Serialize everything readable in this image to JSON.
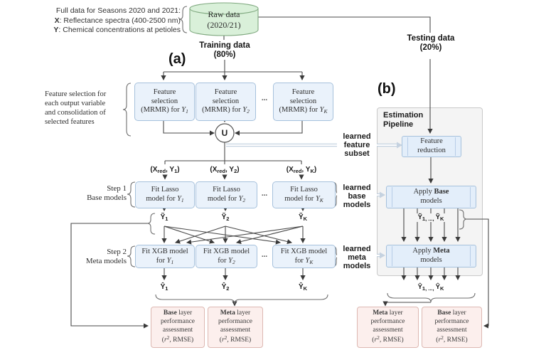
{
  "colors": {
    "box_fill": "#eaf2fb",
    "box_border": "#a6c1dc",
    "cylinder_fill": "#d9f0d9",
    "cylinder_border": "#7fa87f",
    "assessment_fill": "#fcefed",
    "assessment_border": "#ddb8b2",
    "pipeline_fill": "#f4f4f4",
    "pipeline_border": "#c9c9c9",
    "connector": "#4a4a4a",
    "pipe": "#c5d2e0"
  },
  "misc": {
    "ellipsis": "..."
  },
  "top": {
    "note": {
      "line1": "Full data for Seasons 2020 and 2021:",
      "x_bold": "X",
      "x_rest": ": Reflectance spectra (400-2500 nm)",
      "y_bold": "Y",
      "y_rest": ": Chemical concentrations at petioles"
    },
    "raw_data": {
      "line1": "Raw data",
      "line2": "(2020/21)"
    },
    "training": {
      "line1": "Training data",
      "line2": "(80%)"
    },
    "testing": {
      "line1": "Testing data",
      "line2": "(20%)"
    },
    "label_a": "(a)",
    "label_b": "(b)"
  },
  "feature_selection": {
    "note": [
      "Feature selection for",
      "each output variable",
      "and consolidation of",
      "selected features"
    ],
    "boxes": [
      {
        "line1": "Feature",
        "line2": "selection",
        "line3": "(MRMR) for ",
        "var": "Y",
        "sub": "1"
      },
      {
        "line1": "Feature",
        "line2": "selection",
        "line3": "(MRMR) for ",
        "var": "Y",
        "sub": "2"
      },
      {
        "line1": "Feature",
        "line2": "selection",
        "line3": "(MRMR) for ",
        "var": "Y",
        "sub": "K"
      }
    ],
    "union": "U"
  },
  "inputs": [
    {
      "pre": "(X",
      "presub": "red",
      "mid": ", Y",
      "sub": "1",
      "post": ")"
    },
    {
      "pre": "(X",
      "presub": "red",
      "mid": ", Y",
      "sub": "2",
      "post": ")"
    },
    {
      "pre": "(X",
      "presub": "red",
      "mid": ", Y",
      "sub": "K",
      "post": ")"
    }
  ],
  "step1": {
    "label1": "Step 1",
    "label2": "Base models",
    "boxes": [
      {
        "line1": "Fit Lasso",
        "line2": "model for ",
        "var": "Y",
        "sub": "1"
      },
      {
        "line1": "Fit Lasso",
        "line2": "model for ",
        "var": "Y",
        "sub": "2"
      },
      {
        "line1": "Fit Lasso",
        "line2": "model for ",
        "var": "Y",
        "sub": "K"
      }
    ]
  },
  "base_outputs": [
    {
      "sym": "Ỹ",
      "sub": "1"
    },
    {
      "sym": "Ỹ",
      "sub": "2"
    },
    {
      "sym": "Ỹ",
      "sub": "K"
    }
  ],
  "step2": {
    "label1": "Step 2",
    "label2": "Meta models",
    "boxes": [
      {
        "line1": "Fit XGB model",
        "line2": "for ",
        "var": "Y",
        "sub": "1"
      },
      {
        "line1": "Fit XGB model",
        "line2": "for ",
        "var": "Y",
        "sub": "2"
      },
      {
        "line1": "Fit XGB model",
        "line2": "for ",
        "var": "Y",
        "sub": "K"
      }
    ]
  },
  "meta_outputs": [
    {
      "sym": "Ŷ",
      "sub": "1"
    },
    {
      "sym": "Ŷ",
      "sub": "2"
    },
    {
      "sym": "Ŷ",
      "sub": "K"
    }
  ],
  "assessments_left": [
    {
      "bold": "Base",
      "rest": " layer",
      "line2": "performance",
      "line3": "assessment",
      "m1": "(",
      "m2": "r",
      "m3": "2",
      "m4": ", RMSE)"
    },
    {
      "bold": "Meta",
      "rest": " layer",
      "line2": "performance",
      "line3": "assessment",
      "m1": "(",
      "m2": "r",
      "m3": "2",
      "m4": ", RMSE)"
    }
  ],
  "pipeline": {
    "title1": "Estimation",
    "title2": "Pipeline",
    "feature_reduction": {
      "line1": "Feature",
      "line2": "reduction"
    },
    "apply_base": {
      "pre": "Apply ",
      "bold": "Base",
      "line2": "models"
    },
    "apply_meta": {
      "pre": "Apply ",
      "bold": "Meta",
      "line2": "models"
    },
    "base_out": {
      "y1": "Ỹ",
      "y1sub": "1, ..., ",
      "y2": " Ỹ",
      "y2sub": "K"
    },
    "meta_out": {
      "y1": "Ŷ",
      "y1sub": "1, ..., ",
      "y2": " Ŷ",
      "y2sub": "K"
    },
    "learned_feature": [
      "learned",
      "feature",
      "subset"
    ],
    "learned_base": [
      "learned",
      "base",
      "models"
    ],
    "learned_meta": [
      "learned",
      "meta",
      "models"
    ]
  },
  "assessments_right": [
    {
      "bold": "Meta",
      "rest": " layer",
      "line2": "performance",
      "line3": "assessment",
      "m1": "(",
      "m2": "r",
      "m3": "2",
      "m4": ", RMSE)"
    },
    {
      "bold": "Base",
      "rest": " layer",
      "line2": "performance",
      "line3": "assessment",
      "m1": "(",
      "m2": "r",
      "m3": "2",
      "m4": ", RMSE)"
    }
  ]
}
